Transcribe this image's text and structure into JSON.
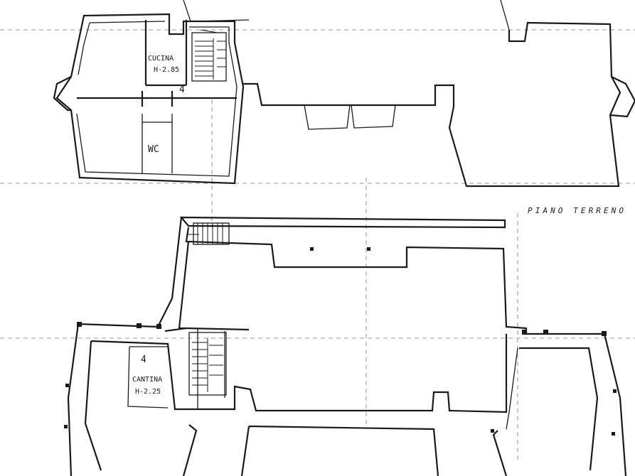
{
  "plan": {
    "floor_label": "PIANO TERRENO",
    "rooms": {
      "kitchen": {
        "name": "CUCINA",
        "height": "H-2.85"
      },
      "wc": {
        "name": "WC"
      },
      "cellar": {
        "name": "CANTINA",
        "height": "H-2.25"
      }
    },
    "marks": {
      "kitchen_mark": "4",
      "cellar_mark": "4"
    }
  }
}
